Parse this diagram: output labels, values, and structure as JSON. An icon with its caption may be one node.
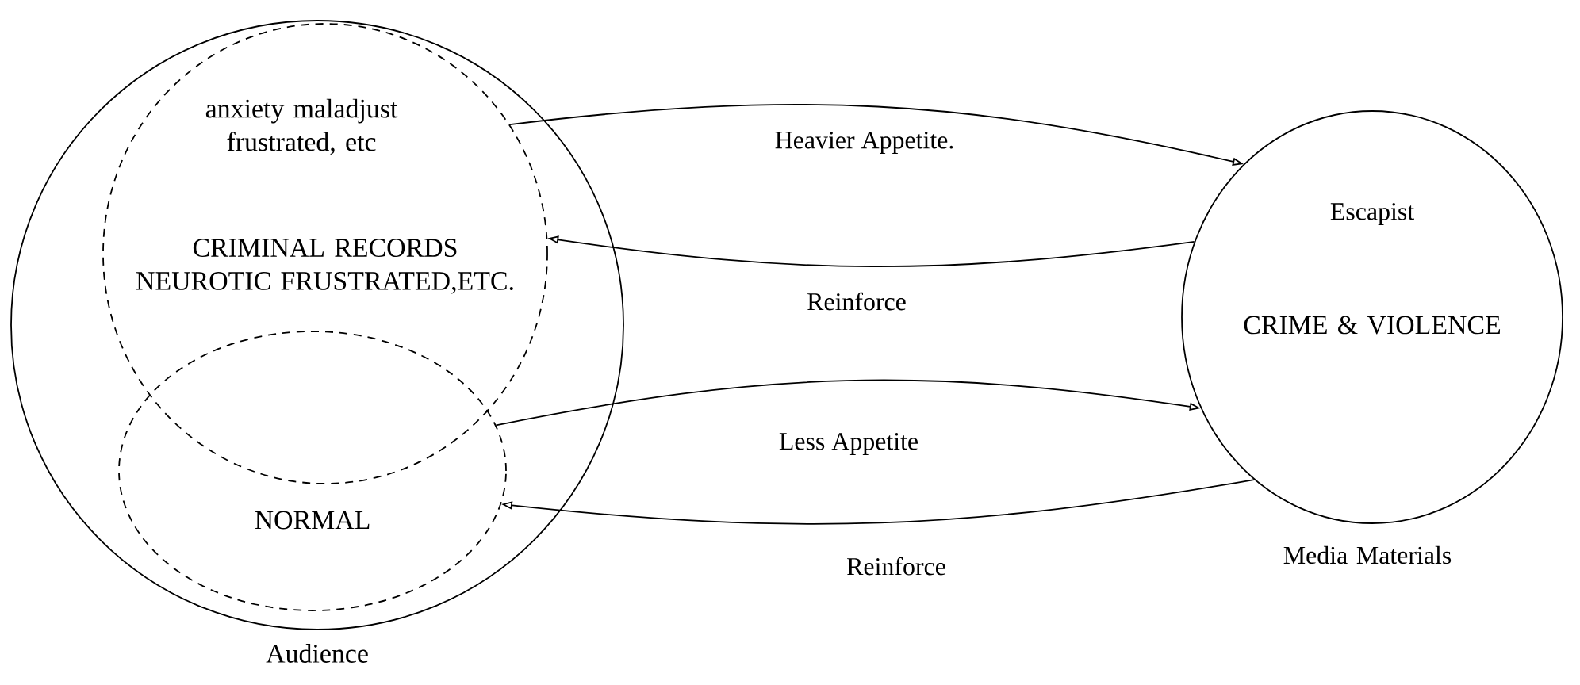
{
  "diagram": {
    "nodes": [
      {
        "text": [
          "Audience"
        ]
      },
      {
        "text": [
          "anxiety maladjust frustrated, etc",
          "CRIMINAL RECORDS NEUROTIC FRUSTRATED,ETC."
        ],
        "in": 0
      },
      {
        "text": [
          "NORMAL"
        ],
        "in": 0
      },
      {
        "text": [
          "Escapist",
          "CRIME & VIOLENCE",
          "Media Materials"
        ]
      }
    ],
    "edges": [
      {
        "from": 1,
        "to": 3,
        "arrow": "to",
        "label": "Heavier Appetite."
      },
      {
        "from": 3,
        "to": 1,
        "arrow": "to",
        "label": "Reinforce"
      },
      {
        "from": 2,
        "to": 3,
        "arrow": "to",
        "label": "Less Appetite"
      },
      {
        "from": 3,
        "to": 2,
        "arrow": "to",
        "label": "Reinforce"
      }
    ]
  }
}
